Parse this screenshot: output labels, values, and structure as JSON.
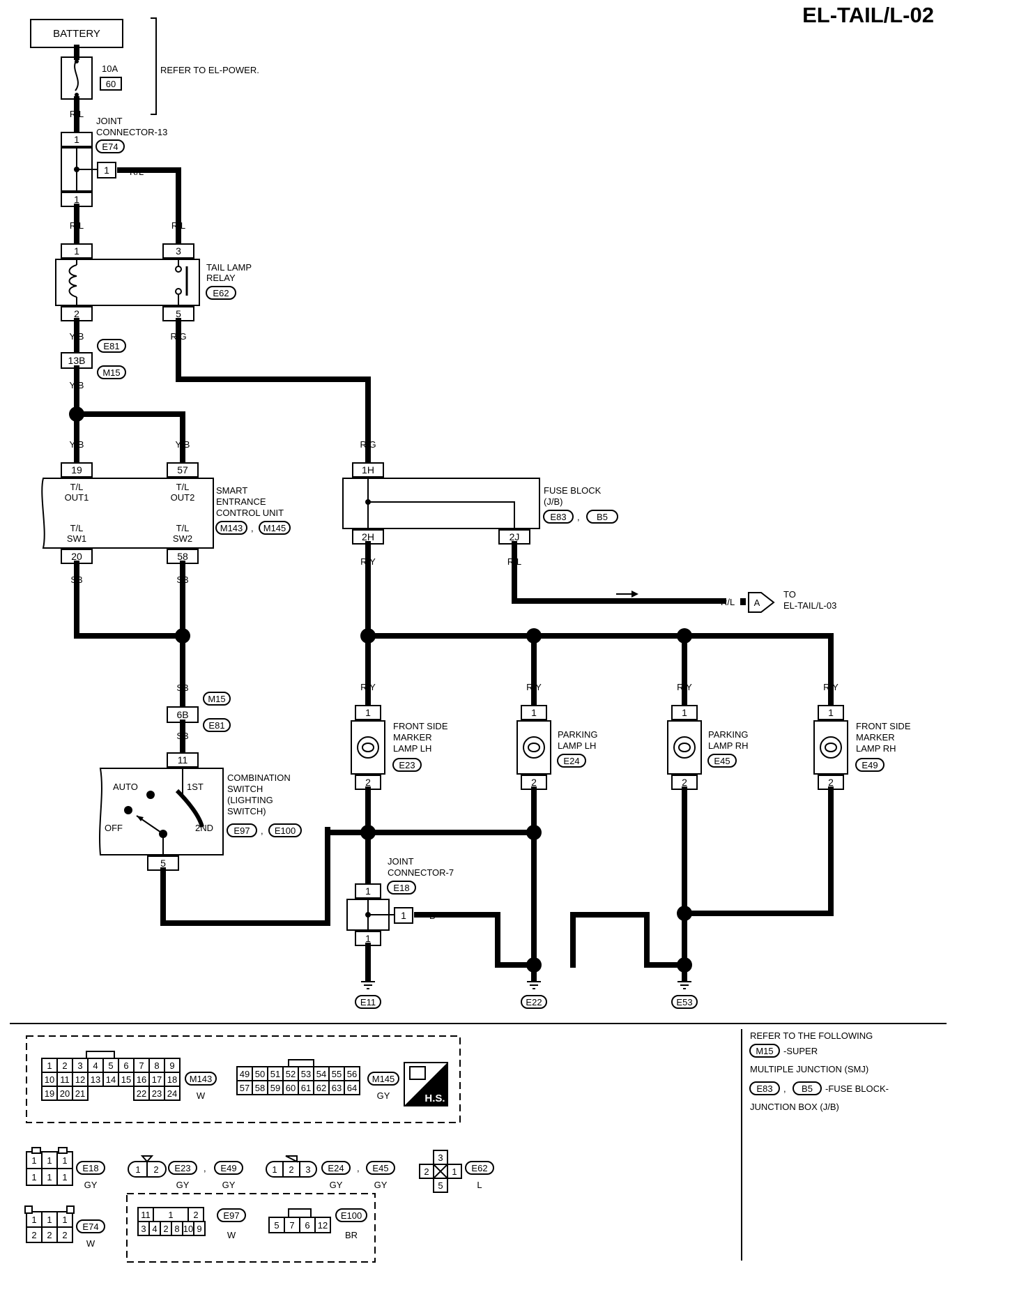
{
  "page_title": "EL-TAIL/L-02",
  "refer": "REFER TO EL-POWER.",
  "battery": "BATTERY",
  "fuse": {
    "rating": "10A",
    "number": "60"
  },
  "jc13": {
    "name": [
      "JOINT",
      "CONNECTOR-13"
    ],
    "conn": "E74"
  },
  "relay": {
    "name": [
      "TAIL LAMP",
      "RELAY"
    ],
    "conn": "E62"
  },
  "mid_conn": {
    "pin": "13B",
    "c1": "E81",
    "c2": "M15"
  },
  "secu": {
    "name": [
      "SMART",
      "ENTRANCE",
      "CONTROL UNIT"
    ],
    "c1": "M143",
    "c2": "M145",
    "out1": [
      "T/L",
      "OUT1"
    ],
    "out2": [
      "T/L",
      "OUT2"
    ],
    "sw1": [
      "T/L",
      "SW1"
    ],
    "sw2": [
      "T/L",
      "SW2"
    ]
  },
  "fuse_block": {
    "name": [
      "FUSE BLOCK",
      "(J/B)"
    ],
    "c1": "E83",
    "c2": "B5"
  },
  "to_ref": {
    "label": [
      "TO",
      "EL-TAIL/L-03"
    ],
    "mark": "A",
    "wire": "R/L"
  },
  "sb_conn": {
    "pin": "6B",
    "c1": "M15",
    "c2": "E81"
  },
  "comb_switch": {
    "name": [
      "COMBINATION",
      "SWITCH",
      "(LIGHTING",
      "SWITCH)"
    ],
    "c1": "E97",
    "c2": "E100",
    "auto": "AUTO",
    "first": "1ST",
    "off": "OFF",
    "second": "2ND"
  },
  "lamps": [
    {
      "name": [
        "FRONT SIDE",
        "MARKER",
        "LAMP LH"
      ],
      "conn": "E23"
    },
    {
      "name": [
        "PARKING",
        "LAMP LH"
      ],
      "conn": "E24"
    },
    {
      "name": [
        "PARKING",
        "LAMP RH"
      ],
      "conn": "E45"
    },
    {
      "name": [
        "FRONT SIDE",
        "MARKER",
        "LAMP RH"
      ],
      "conn": "E49"
    }
  ],
  "jc7": {
    "name": [
      "JOINT",
      "CONNECTOR-7"
    ],
    "conn": "E18"
  },
  "grounds": [
    "E11",
    "E22",
    "E53"
  ],
  "wires": {
    "rl": "R/L",
    "yb": "Y/B",
    "rg": "R/G",
    "ry": "R/Y",
    "sb": "SB",
    "b": "B"
  },
  "pins": {
    "p1": "1",
    "p2": "2",
    "p3": "3",
    "p5": "5",
    "p11": "11",
    "p19": "19",
    "p20": "20",
    "p57": "57",
    "p58": "58",
    "h1": "1H",
    "h2": "2H",
    "j2": "2J"
  },
  "refer_following": {
    "line1": "REFER TO THE FOLLOWING",
    "m15": "M15",
    "smj_a": "-SUPER",
    "smj_b": "MULTIPLE JUNCTION (SMJ)",
    "e83": "E83",
    "b5": "B5",
    "fb_a": "-FUSE BLOCK-",
    "fb_b": "JUNCTION BOX (J/B)"
  },
  "connector_views": {
    "m143": {
      "id": "M143",
      "color": "W",
      "rows": [
        [
          "1",
          "2",
          "3",
          "4",
          "5",
          "6",
          "7",
          "8",
          "9"
        ],
        [
          "10",
          "11",
          "12",
          "13",
          "14",
          "15",
          "16",
          "17",
          "18"
        ],
        [
          "19",
          "20",
          "21",
          "",
          "",
          "",
          "22",
          "23",
          "24"
        ]
      ]
    },
    "m145": {
      "id": "M145",
      "color": "GY",
      "rows": [
        [
          "49",
          "50",
          "51",
          "52",
          "53",
          "54",
          "55",
          "56"
        ],
        [
          "57",
          "58",
          "59",
          "60",
          "61",
          "62",
          "63",
          "64"
        ]
      ]
    },
    "hs": "H.S.",
    "e18": {
      "id": "E18",
      "color": "GY"
    },
    "e23": {
      "id": "E23",
      "color": "GY",
      "pins": [
        "1",
        "2"
      ]
    },
    "e49": {
      "id": "E49",
      "color": "GY"
    },
    "e24": {
      "id": "E24",
      "color": "GY",
      "pins": [
        "1",
        "2",
        "3"
      ]
    },
    "e45": {
      "id": "E45",
      "color": "GY"
    },
    "e62": {
      "id": "E62",
      "color": "L",
      "pins": [
        "3",
        "2",
        "1",
        "5"
      ]
    },
    "e74": {
      "id": "E74",
      "color": "W"
    },
    "e97": {
      "id": "E97",
      "color": "W",
      "top": [
        "11",
        "1",
        "2"
      ],
      "bottom": [
        "3",
        "4",
        "2",
        "8",
        "10",
        "9"
      ]
    },
    "e100": {
      "id": "E100",
      "color": "BR",
      "pins": [
        "5",
        "7",
        "6",
        "12"
      ]
    }
  }
}
